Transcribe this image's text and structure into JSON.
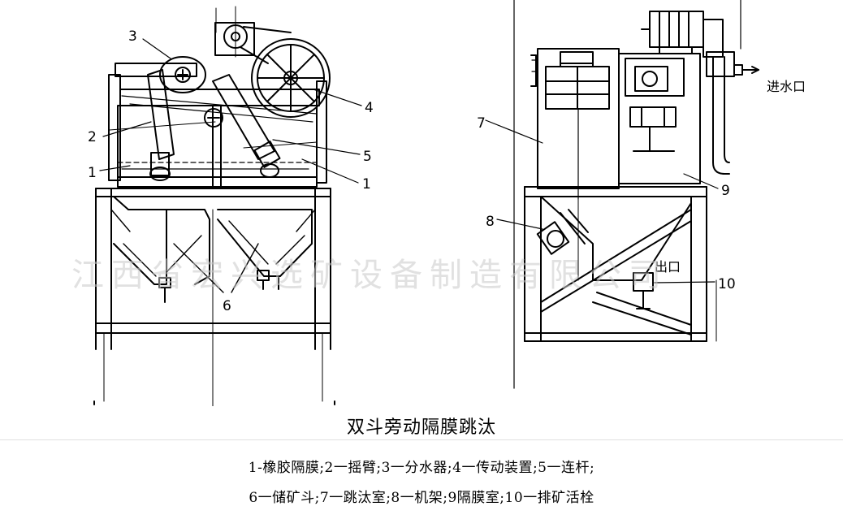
{
  "watermark": "江西省宏兴选矿设备制造有限公司",
  "diagram": {
    "title": "双斗旁动隔膜跳汰",
    "legend_line1": "1-橡胶隔膜;2一摇臂;3一分水器;4一传动装置;5一连杆;",
    "legend_line2": "6一储矿斗;7一跳汰室;8一机架;9隔膜室;10一排矿活栓",
    "labels": {
      "l3": "3",
      "l2": "2",
      "l1a": "1",
      "l4": "4",
      "l5": "5",
      "l1b": "1",
      "l6": "6",
      "l7": "7",
      "l8": "8",
      "l9": "9",
      "l10": "10",
      "inlet": "进水口",
      "outlet": "出口"
    }
  }
}
